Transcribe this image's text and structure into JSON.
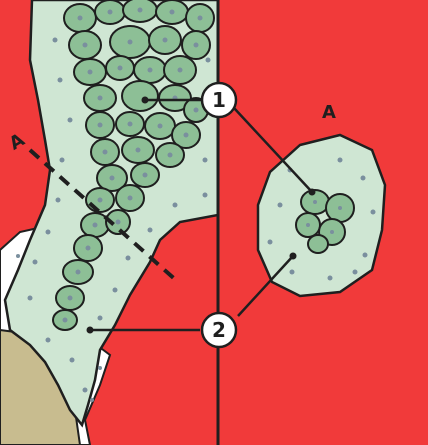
{
  "labels": {
    "callout_1": "1",
    "callout_2": "2",
    "section_line": "A",
    "inset_title": "A"
  },
  "colors": {
    "background_red": "#f13a3a",
    "tissue_fill": "#cfe6d3",
    "cell_fill": "#8dbf96",
    "outline": "#1f1f1f",
    "nucleus": "#7a8f9e",
    "tan_region": "#c8bc8f",
    "white_gap": "#ffffff"
  }
}
